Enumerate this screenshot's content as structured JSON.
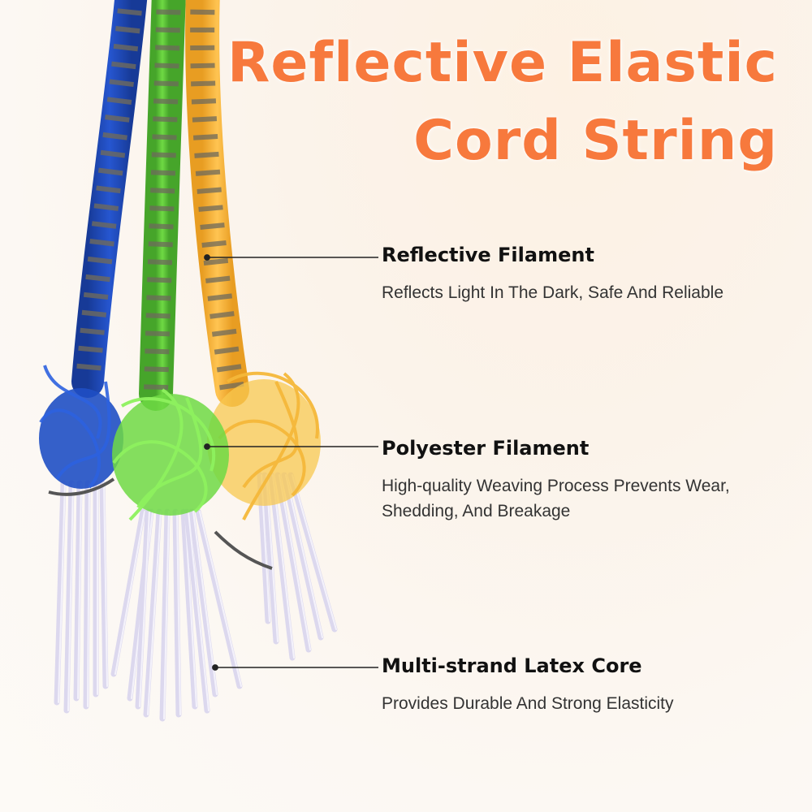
{
  "title": {
    "line1": "Reflective Elastic",
    "line2": "Cord String"
  },
  "callouts": [
    {
      "title": "Reflective Filament",
      "description": "Reflects Light In The Dark, Safe And Reliable"
    },
    {
      "title": "Polyester Filament",
      "description": "High-quality Weaving Process Prevents Wear, Shedding, And Breakage"
    },
    {
      "title": "Multi-strand Latex Core",
      "description": "Provides Durable And Strong Elasticity"
    }
  ],
  "colors": {
    "title": "#f7793d",
    "title_shadow": "#ffffff",
    "cord_blue": "#1e48b8",
    "cord_green": "#5cc636",
    "cord_yellow": "#f6b43a",
    "reflective_stitch": "#6e6a5c",
    "latex_core": "#dcd8ee",
    "leader_line": "#222222"
  }
}
